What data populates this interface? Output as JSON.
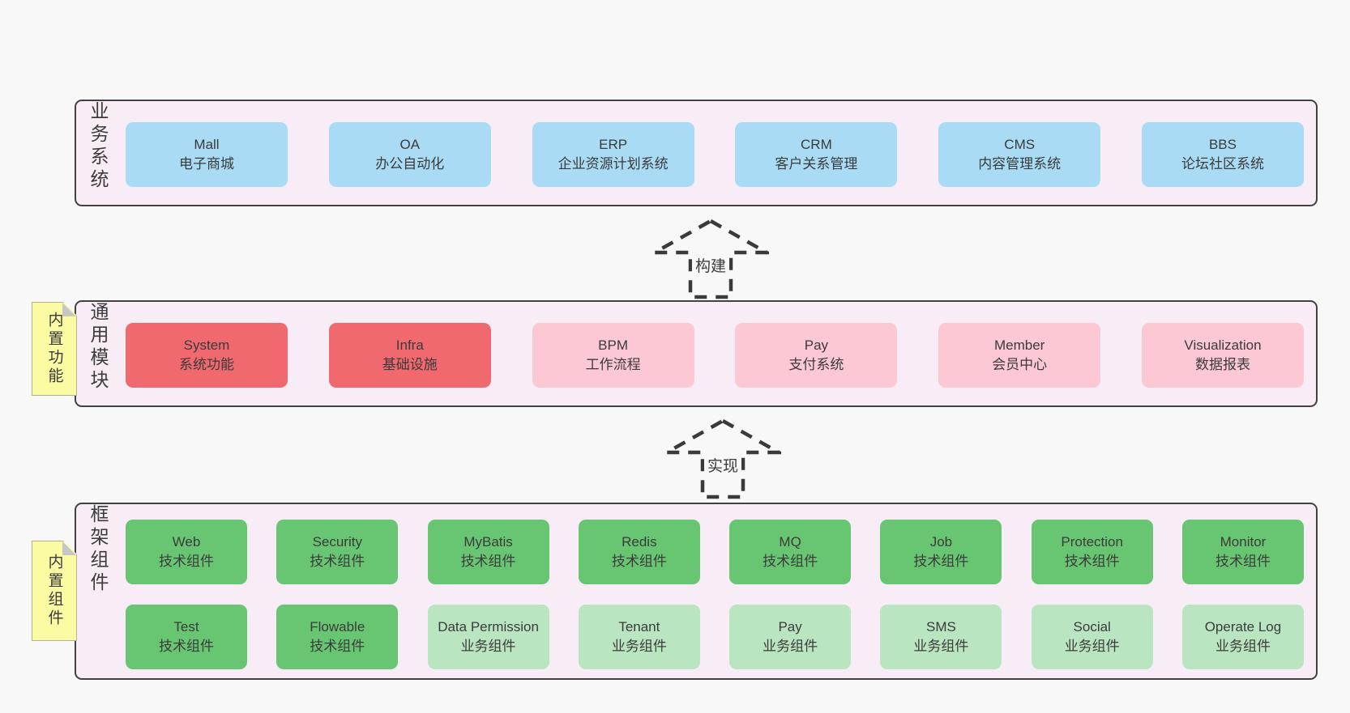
{
  "palette": {
    "page_bg": "#f8f8f8",
    "section_bg": "#f8edf6",
    "section_border": "#414141",
    "blue": "#a9dbf5",
    "red": "#f0696e",
    "pink": "#fbc8d3",
    "green": "#68c672",
    "lightgreen": "#b9e6c1",
    "note_yellow": "#fbfba4",
    "text": "#3b3b3b"
  },
  "arrows": [
    {
      "label": "构建"
    },
    {
      "label": "实现"
    }
  ],
  "sections": [
    {
      "id": "business",
      "side_label": "业务系统",
      "note": null,
      "box_width": "box-w200",
      "rows": [
        [
          {
            "en": "Mall",
            "zh": "电子商城",
            "color": "blue"
          },
          {
            "en": "OA",
            "zh": "办公自动化",
            "color": "blue"
          },
          {
            "en": "ERP",
            "zh": "企业资源计划系统",
            "color": "blue"
          },
          {
            "en": "CRM",
            "zh": "客户关系管理",
            "color": "blue"
          },
          {
            "en": "CMS",
            "zh": "内容管理系统",
            "color": "blue"
          },
          {
            "en": "BBS",
            "zh": "论坛社区系统",
            "color": "blue"
          }
        ]
      ]
    },
    {
      "id": "modules",
      "side_label": "通用模块",
      "note": "内置功能",
      "box_width": "box-w200",
      "rows": [
        [
          {
            "en": "System",
            "zh": "系统功能",
            "color": "red"
          },
          {
            "en": "Infra",
            "zh": "基础设施",
            "color": "red"
          },
          {
            "en": "BPM",
            "zh": "工作流程",
            "color": "pink"
          },
          {
            "en": "Pay",
            "zh": "支付系统",
            "color": "pink"
          },
          {
            "en": "Member",
            "zh": "会员中心",
            "color": "pink"
          },
          {
            "en": "Visualization",
            "zh": "数据报表",
            "color": "pink"
          }
        ]
      ]
    },
    {
      "id": "framework",
      "side_label": "框架组件",
      "note": "内置组件",
      "box_width": "box-w150",
      "rows": [
        [
          {
            "en": "Web",
            "zh": "技术组件",
            "color": "green"
          },
          {
            "en": "Security",
            "zh": "技术组件",
            "color": "green"
          },
          {
            "en": "MyBatis",
            "zh": "技术组件",
            "color": "green"
          },
          {
            "en": "Redis",
            "zh": "技术组件",
            "color": "green"
          },
          {
            "en": "MQ",
            "zh": "技术组件",
            "color": "green"
          },
          {
            "en": "Job",
            "zh": "技术组件",
            "color": "green"
          },
          {
            "en": "Protection",
            "zh": "技术组件",
            "color": "green"
          },
          {
            "en": "Monitor",
            "zh": "技术组件",
            "color": "green"
          }
        ],
        [
          {
            "en": "Test",
            "zh": "技术组件",
            "color": "green"
          },
          {
            "en": "Flowable",
            "zh": "技术组件",
            "color": "green"
          },
          {
            "en": "Data Permission",
            "zh": "业务组件",
            "color": "lightgreen"
          },
          {
            "en": "Tenant",
            "zh": "业务组件",
            "color": "lightgreen"
          },
          {
            "en": "Pay",
            "zh": "业务组件",
            "color": "lightgreen"
          },
          {
            "en": "SMS",
            "zh": "业务组件",
            "color": "lightgreen"
          },
          {
            "en": "Social",
            "zh": "业务组件",
            "color": "lightgreen"
          },
          {
            "en": "Operate Log",
            "zh": "业务组件",
            "color": "lightgreen"
          }
        ]
      ]
    }
  ]
}
